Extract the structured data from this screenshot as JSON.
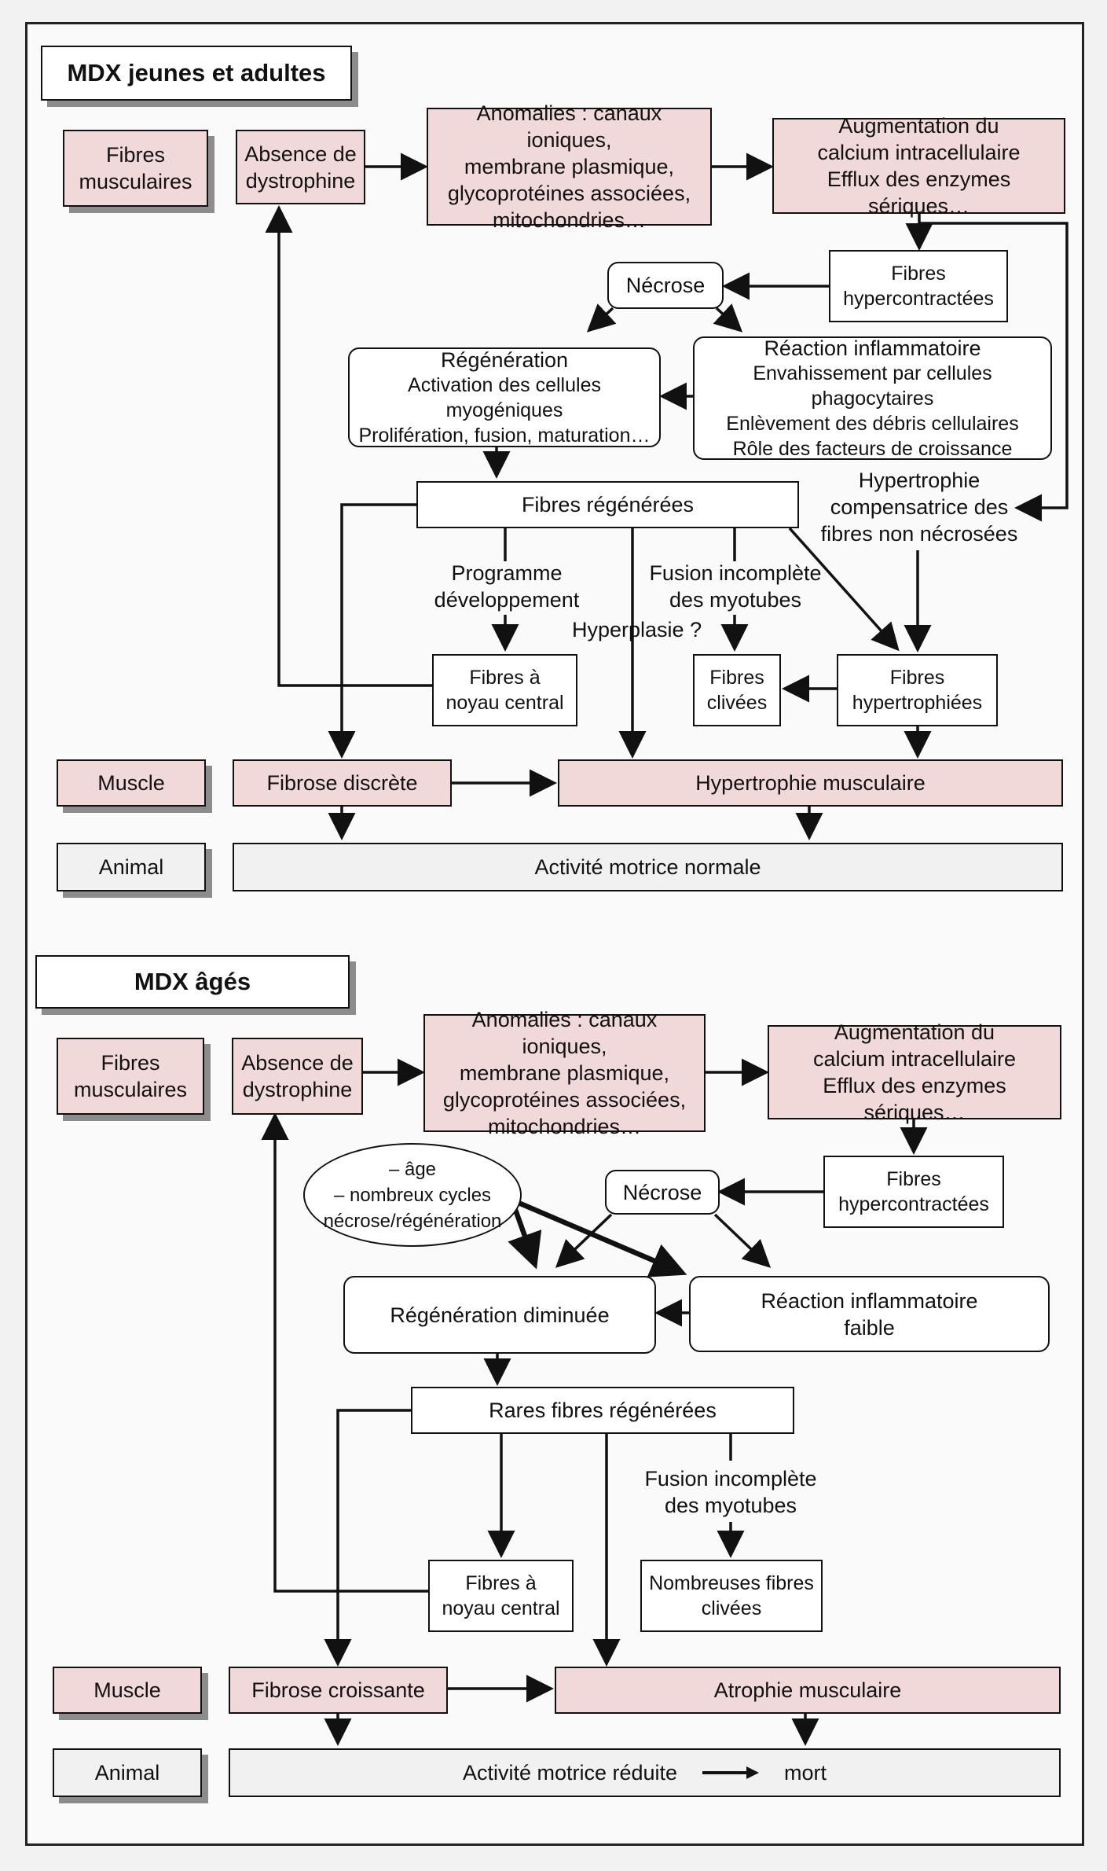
{
  "top": {
    "title": "MDX jeunes et adultes",
    "fibres_musculaires": [
      "Fibres",
      "musculaires"
    ],
    "absence": [
      "Absence de",
      "dystrophine"
    ],
    "anomalies": [
      "Anomalies : canaux ioniques,",
      "membrane plasmique,",
      "glycoprotéines associées,",
      "mitochondries…"
    ],
    "augmentation": [
      "Augmentation du",
      "calcium intracellulaire",
      "Efflux des enzymes sériques…"
    ],
    "necrose": "Nécrose",
    "hypercontractees": [
      "Fibres",
      "hypercontractées"
    ],
    "regeneration": [
      "Régénération",
      "Activation des cellules myogéniques",
      "Prolifération, fusion, maturation…"
    ],
    "reaction": [
      "Réaction inflammatoire",
      "Envahissement par cellules phagocytaires",
      "Enlèvement des débris cellulaires",
      "Rôle des facteurs de croissance"
    ],
    "hypertrophie_comp": [
      "Hypertrophie",
      "compensatrice des",
      "fibres non nécrosées"
    ],
    "fibres_regenerees": "Fibres régénérées",
    "programme": [
      "Programme",
      "développement"
    ],
    "fusion": [
      "Fusion incomplète",
      "des myotubes"
    ],
    "hyperplasie": "Hyperplasie ?",
    "noyau_central": [
      "Fibres à",
      "noyau central"
    ],
    "clivees": [
      "Fibres",
      "clivées"
    ],
    "hypertrophiees": [
      "Fibres",
      "hypertrophiées"
    ],
    "muscle": "Muscle",
    "fibrose": "Fibrose discrète",
    "hypertrophie_musc": "Hypertrophie musculaire",
    "animal": "Animal",
    "activite": "Activité motrice normale"
  },
  "bottom": {
    "title": "MDX âgés",
    "fibres_musculaires": [
      "Fibres",
      "musculaires"
    ],
    "absence": [
      "Absence de",
      "dystrophine"
    ],
    "anomalies": [
      "Anomalies : canaux ioniques,",
      "membrane plasmique,",
      "glycoprotéines associées,",
      "mitochondries…"
    ],
    "augmentation": [
      "Augmentation du",
      "calcium intracellulaire",
      "Efflux des enzymes sériques…"
    ],
    "age": [
      "– âge",
      "– nombreux cycles",
      "nécrose/régénération"
    ],
    "necrose": "Nécrose",
    "hypercontractees": [
      "Fibres",
      "hypercontractées"
    ],
    "regeneration": "Régénération diminuée",
    "reaction": [
      "Réaction inflammatoire",
      "faible"
    ],
    "rares": "Rares fibres régénérées",
    "fusion": [
      "Fusion incomplète",
      "des myotubes"
    ],
    "noyau_central": [
      "Fibres à",
      "noyau central"
    ],
    "nombreuses": [
      "Nombreuses fibres",
      "clivées"
    ],
    "muscle": "Muscle",
    "fibrose": "Fibrose croissante",
    "atrophie": "Atrophie musculaire",
    "animal": "Animal",
    "activite": "Activité motrice réduite",
    "mort": "mort"
  }
}
